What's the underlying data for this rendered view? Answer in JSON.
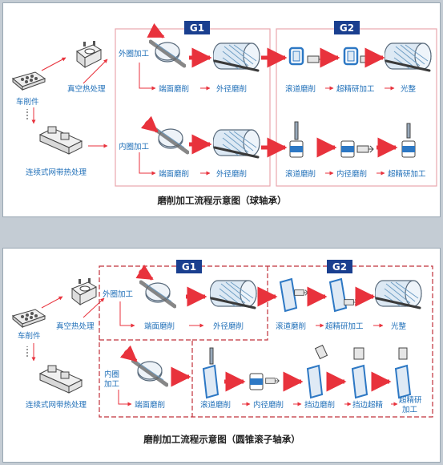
{
  "diagrams": [
    {
      "caption": "磨削加工流程示意图（球轴承）",
      "start_label": "车削件",
      "heat_vacuum_label": "真空热处理",
      "heat_continuous_label": "连续式网带热处理",
      "g1": {
        "badge": "G1",
        "outer_label": "外圈加工",
        "inner_label": "内圈加工",
        "outer_steps": [
          "端面磨削",
          "外径磨削"
        ],
        "inner_steps": [
          "端面磨削",
          "外径磨削"
        ]
      },
      "g2": {
        "badge": "G2",
        "outer_steps": [
          "滚道磨削",
          "超精研加工",
          "光整"
        ],
        "inner_steps": [
          "滚道磨削",
          "内径磨削",
          "超精研加工"
        ]
      }
    },
    {
      "caption": "磨削加工流程示意图（圆锥滚子轴承）",
      "start_label": "车削件",
      "heat_vacuum_label": "真空热处理",
      "heat_continuous_label": "连续式网带热处理",
      "g1": {
        "badge": "G1",
        "outer_label": "外圈加工",
        "inner_label_l1": "内圈",
        "inner_label_l2": "加工",
        "outer_steps": [
          "端面磨削",
          "外径磨削"
        ],
        "inner_steps": [
          "端面磨削"
        ]
      },
      "g2": {
        "badge": "G2",
        "outer_steps": [
          "滚道磨削",
          "超精研加工",
          "光整"
        ],
        "inner_steps": [
          "滚道磨削",
          "内径磨削",
          "挡边磨削",
          "挡边超精",
          "超精研",
          "加工"
        ]
      }
    }
  ],
  "colors": {
    "text_blue": "#1f6fb8",
    "flow_red": "#e8323c",
    "badge_blue": "#1a3f8f",
    "box_pink": "#e8a6ae",
    "box_dashed": "#c0303a"
  }
}
